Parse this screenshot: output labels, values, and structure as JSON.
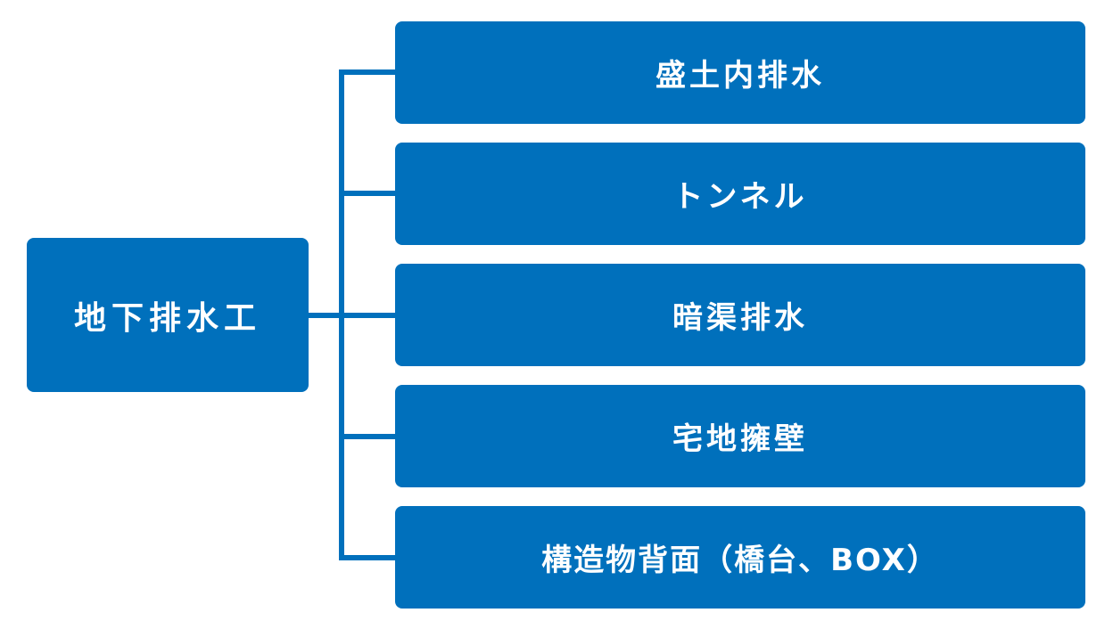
{
  "diagram": {
    "root": {
      "label": "地下排水工"
    },
    "children": [
      {
        "label": "盛土内排水"
      },
      {
        "label": "トンネル"
      },
      {
        "label": "暗渠排水"
      },
      {
        "label": "宅地擁壁"
      },
      {
        "label": "構造物背面（橋台、BOX）"
      }
    ]
  },
  "colors": {
    "node_fill": "#0070bc",
    "connector": "#0070bc",
    "text": "#ffffff"
  }
}
